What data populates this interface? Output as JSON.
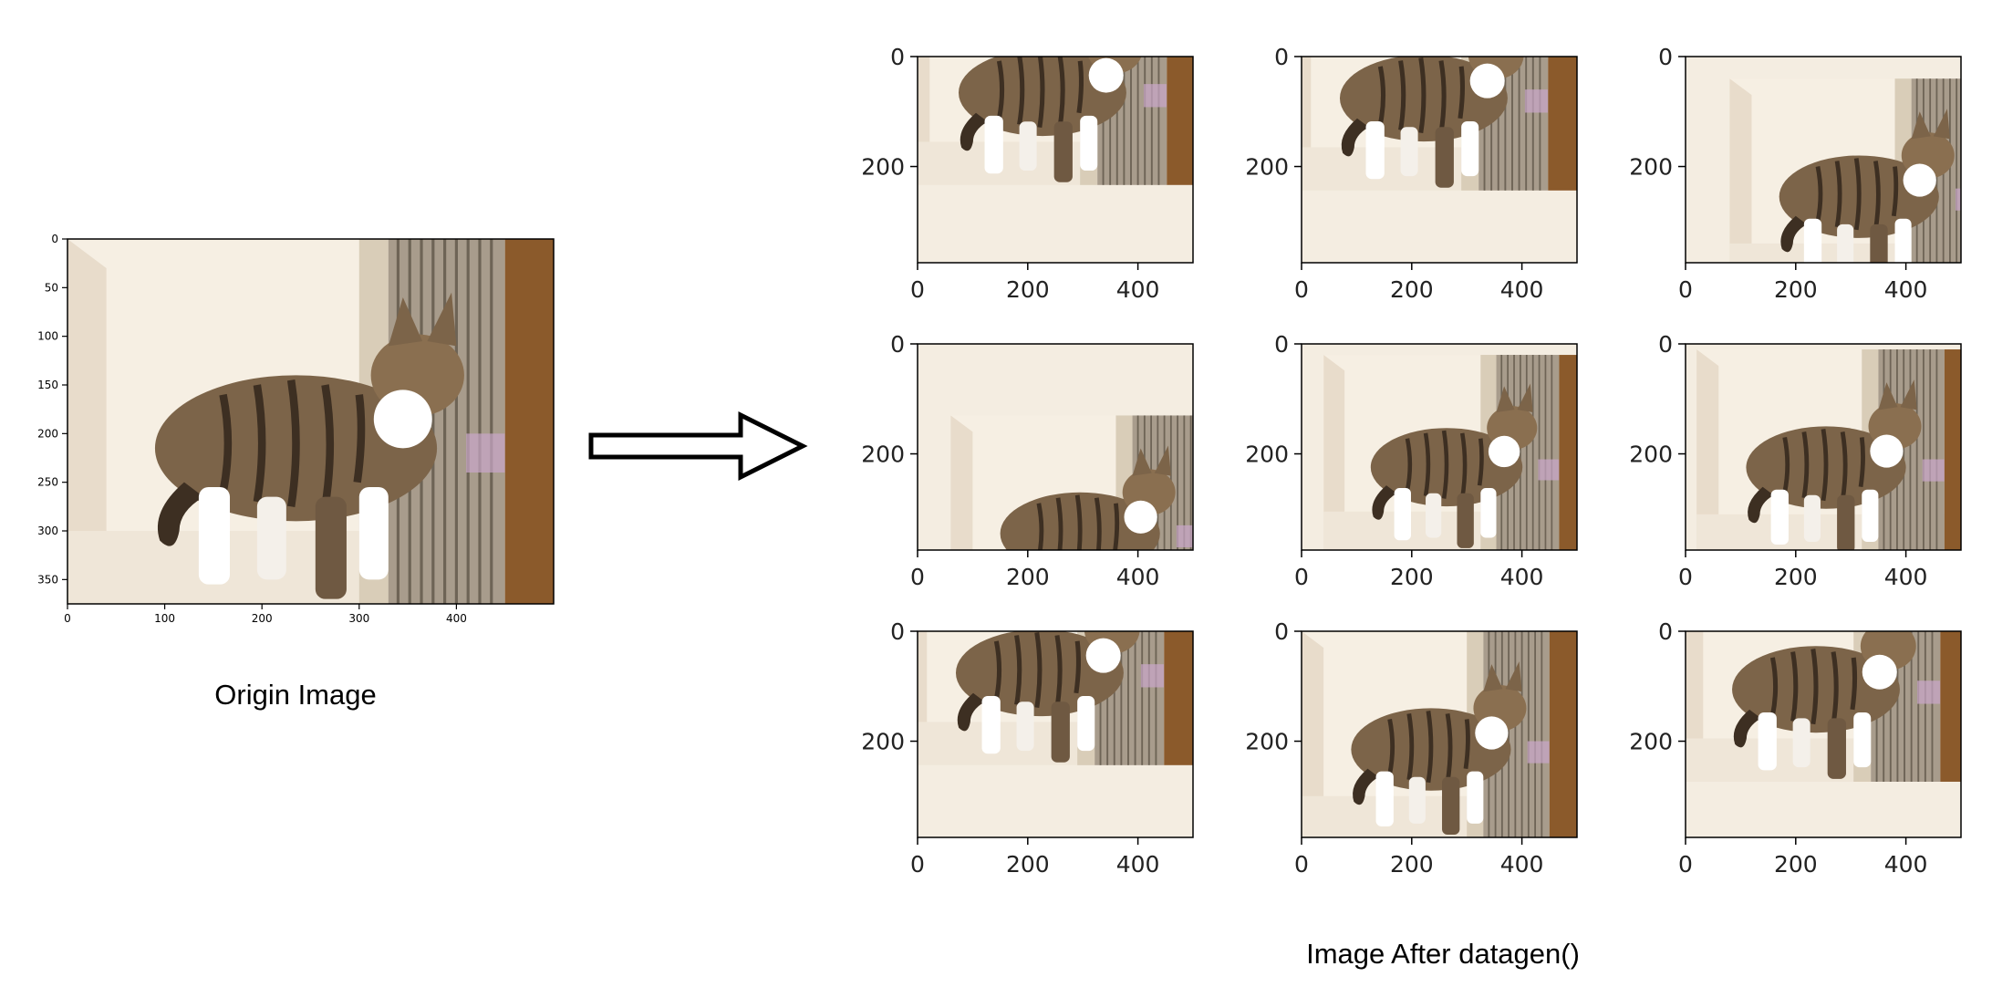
{
  "origin": {
    "caption": "Origin Image",
    "image": "tabby-cat-photo",
    "x_ticks": [
      "0",
      "100",
      "200",
      "300",
      "400"
    ],
    "y_ticks": [
      "0",
      "50",
      "100",
      "150",
      "200",
      "250",
      "300",
      "350"
    ]
  },
  "arrow": {
    "icon": "right-arrow-icon"
  },
  "augmented": {
    "caption": "Image After datagen()",
    "x_ticks": [
      "0",
      "200",
      "400"
    ],
    "y_ticks": [
      "0",
      "200"
    ],
    "panels": [
      {
        "id": "augmented-1"
      },
      {
        "id": "augmented-2"
      },
      {
        "id": "augmented-3"
      },
      {
        "id": "augmented-4"
      },
      {
        "id": "augmented-5"
      },
      {
        "id": "augmented-6"
      },
      {
        "id": "augmented-7"
      },
      {
        "id": "augmented-8"
      },
      {
        "id": "augmented-9"
      }
    ]
  },
  "colors": {
    "wall": "#f4ede1",
    "cat_dark": "#5a4633",
    "cat_light": "#9a7f5c",
    "cage": "#8a7a66",
    "door": "#8b5a2b"
  }
}
